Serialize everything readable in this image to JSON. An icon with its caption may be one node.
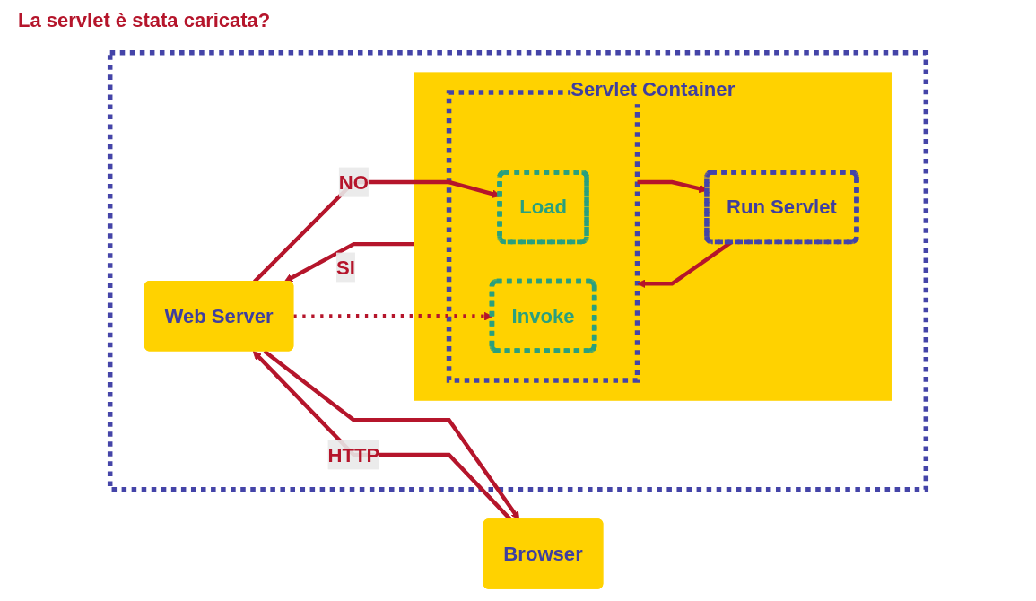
{
  "diagram": {
    "nodes": [
      {
        "text": [],
        "shape": "box"
      },
      {
        "text": [
          "Browser"
        ]
      },
      {
        "text": [
          "Web Server"
        ],
        "in": 0
      },
      {
        "text": [
          "Servlet Container"
        ],
        "in": 0
      },
      {
        "text": [],
        "shape": "box",
        "in": 3
      },
      {
        "text": [
          "Load"
        ],
        "in": 4
      },
      {
        "text": [
          "Invoke"
        ],
        "in": 4
      },
      {
        "text": [
          "Run Servlet"
        ],
        "in": 3
      }
    ],
    "edges": [
      {
        "from": 1,
        "to": 2,
        "arrow": "to",
        "label": "HTTP"
      },
      {
        "from": 2,
        "to": 1,
        "arrow": "to"
      },
      {
        "from": 2,
        "to": 5,
        "arrow": "to",
        "label": "NO"
      },
      {
        "from": 2,
        "to": 6,
        "arrow": "to",
        "style": "dashed"
      },
      {
        "from": 3,
        "to": 2,
        "arrow": "to",
        "label": "SI"
      },
      {
        "from": 4,
        "to": 7,
        "arrow": "to"
      },
      {
        "from": 7,
        "to": 4,
        "arrow": "to"
      }
    ],
    "labels": [
      "La servlet è stata caricata?"
    ]
  }
}
